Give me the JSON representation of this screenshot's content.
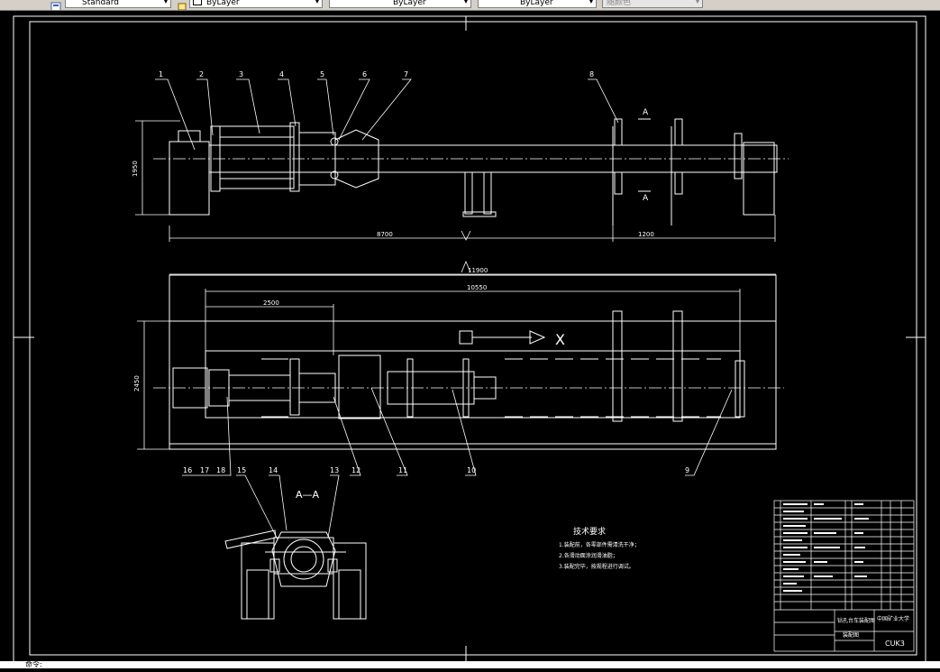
{
  "toolbar": {
    "style_combo": "Standard",
    "layer_combo": "ByLayer",
    "linetype_combo": "ByLayer",
    "lineweight_combo": "ByLayer",
    "color_combo": "随颜色"
  },
  "drawing": {
    "part_labels": [
      "1",
      "2",
      "3",
      "4",
      "5",
      "6",
      "7",
      "8",
      "9",
      "10",
      "11",
      "12",
      "13",
      "14",
      "15",
      "16",
      "17",
      "18"
    ],
    "dims": {
      "height_front": "1950",
      "length_main": "8700",
      "width_side": "1200",
      "total_length": "11900",
      "inner_length": "10550",
      "offset_len": "2500",
      "width_plan": "2450"
    },
    "section_marker": "A",
    "section_title": "A—A",
    "axis_x_label": "X",
    "tech_req": {
      "title": "技术要求",
      "items": [
        "1.装配前，各零部件需清洗干净；",
        "2.各滑动面涂润滑油脂；",
        "3.装配完毕，按规程进行调试。"
      ]
    },
    "title_block": {
      "company": "中国矿业大学",
      "drawing_name": "钻孔台车装配图",
      "sub_name": "装配图",
      "code": "CUK3"
    }
  },
  "command_line": {
    "prompt": "命令:"
  }
}
